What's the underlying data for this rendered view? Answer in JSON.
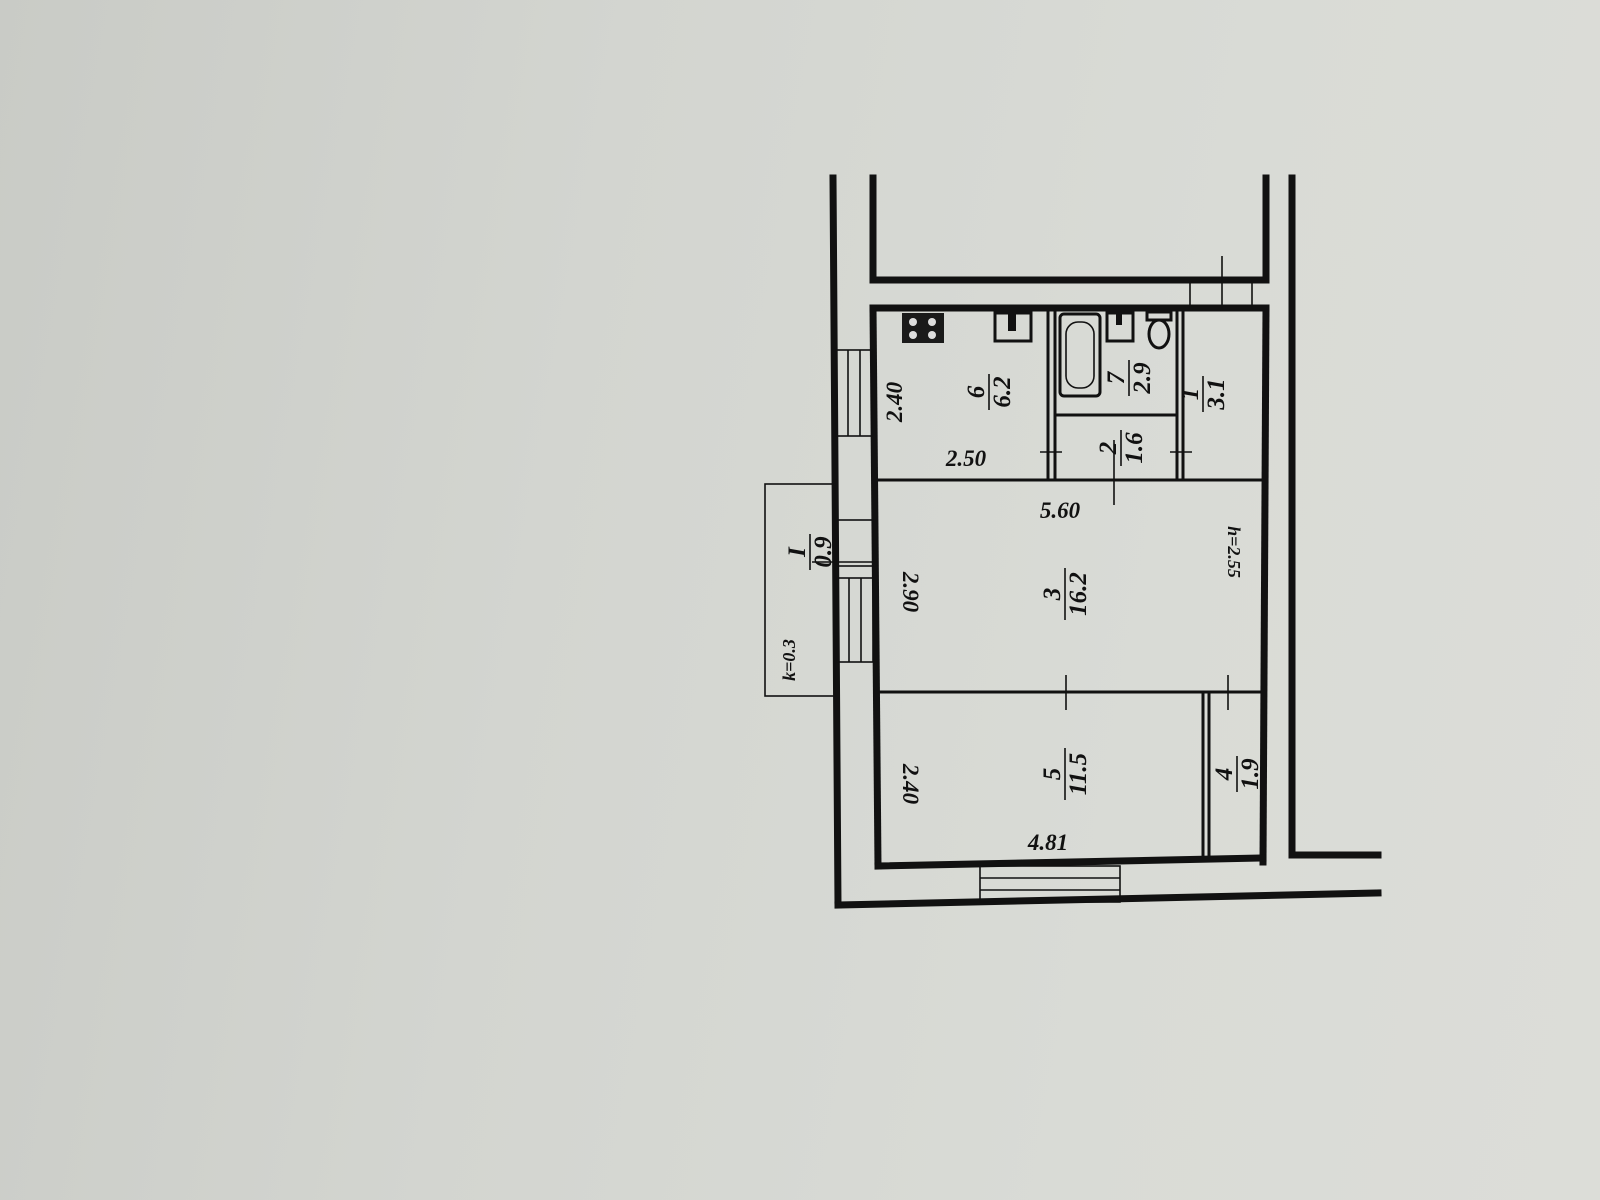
{
  "plan": {
    "rooms": [
      {
        "number": "1",
        "area": "3.1"
      },
      {
        "number": "2",
        "area": "1.6"
      },
      {
        "number": "3",
        "area": "16.2"
      },
      {
        "number": "4",
        "area": "1.9"
      },
      {
        "number": "5",
        "area": "11.5"
      },
      {
        "number": "6",
        "area": "6.2"
      },
      {
        "number": "7",
        "area": "2.9"
      }
    ],
    "balcony": {
      "number": "I",
      "area": "0.9",
      "coefficient": "k=0.3"
    },
    "dimensions": {
      "kitchen_height": "2.40",
      "kitchen_width": "2.50",
      "hall_length": "5.60",
      "hall_width": "2.90",
      "ceiling_height": "h=2.55",
      "bedroom_width": "2.40",
      "bedroom_length": "4.81"
    },
    "icons": [
      "stove-icon",
      "sink-icon",
      "bathtub-icon",
      "washbasin-icon",
      "toilet-icon"
    ]
  }
}
